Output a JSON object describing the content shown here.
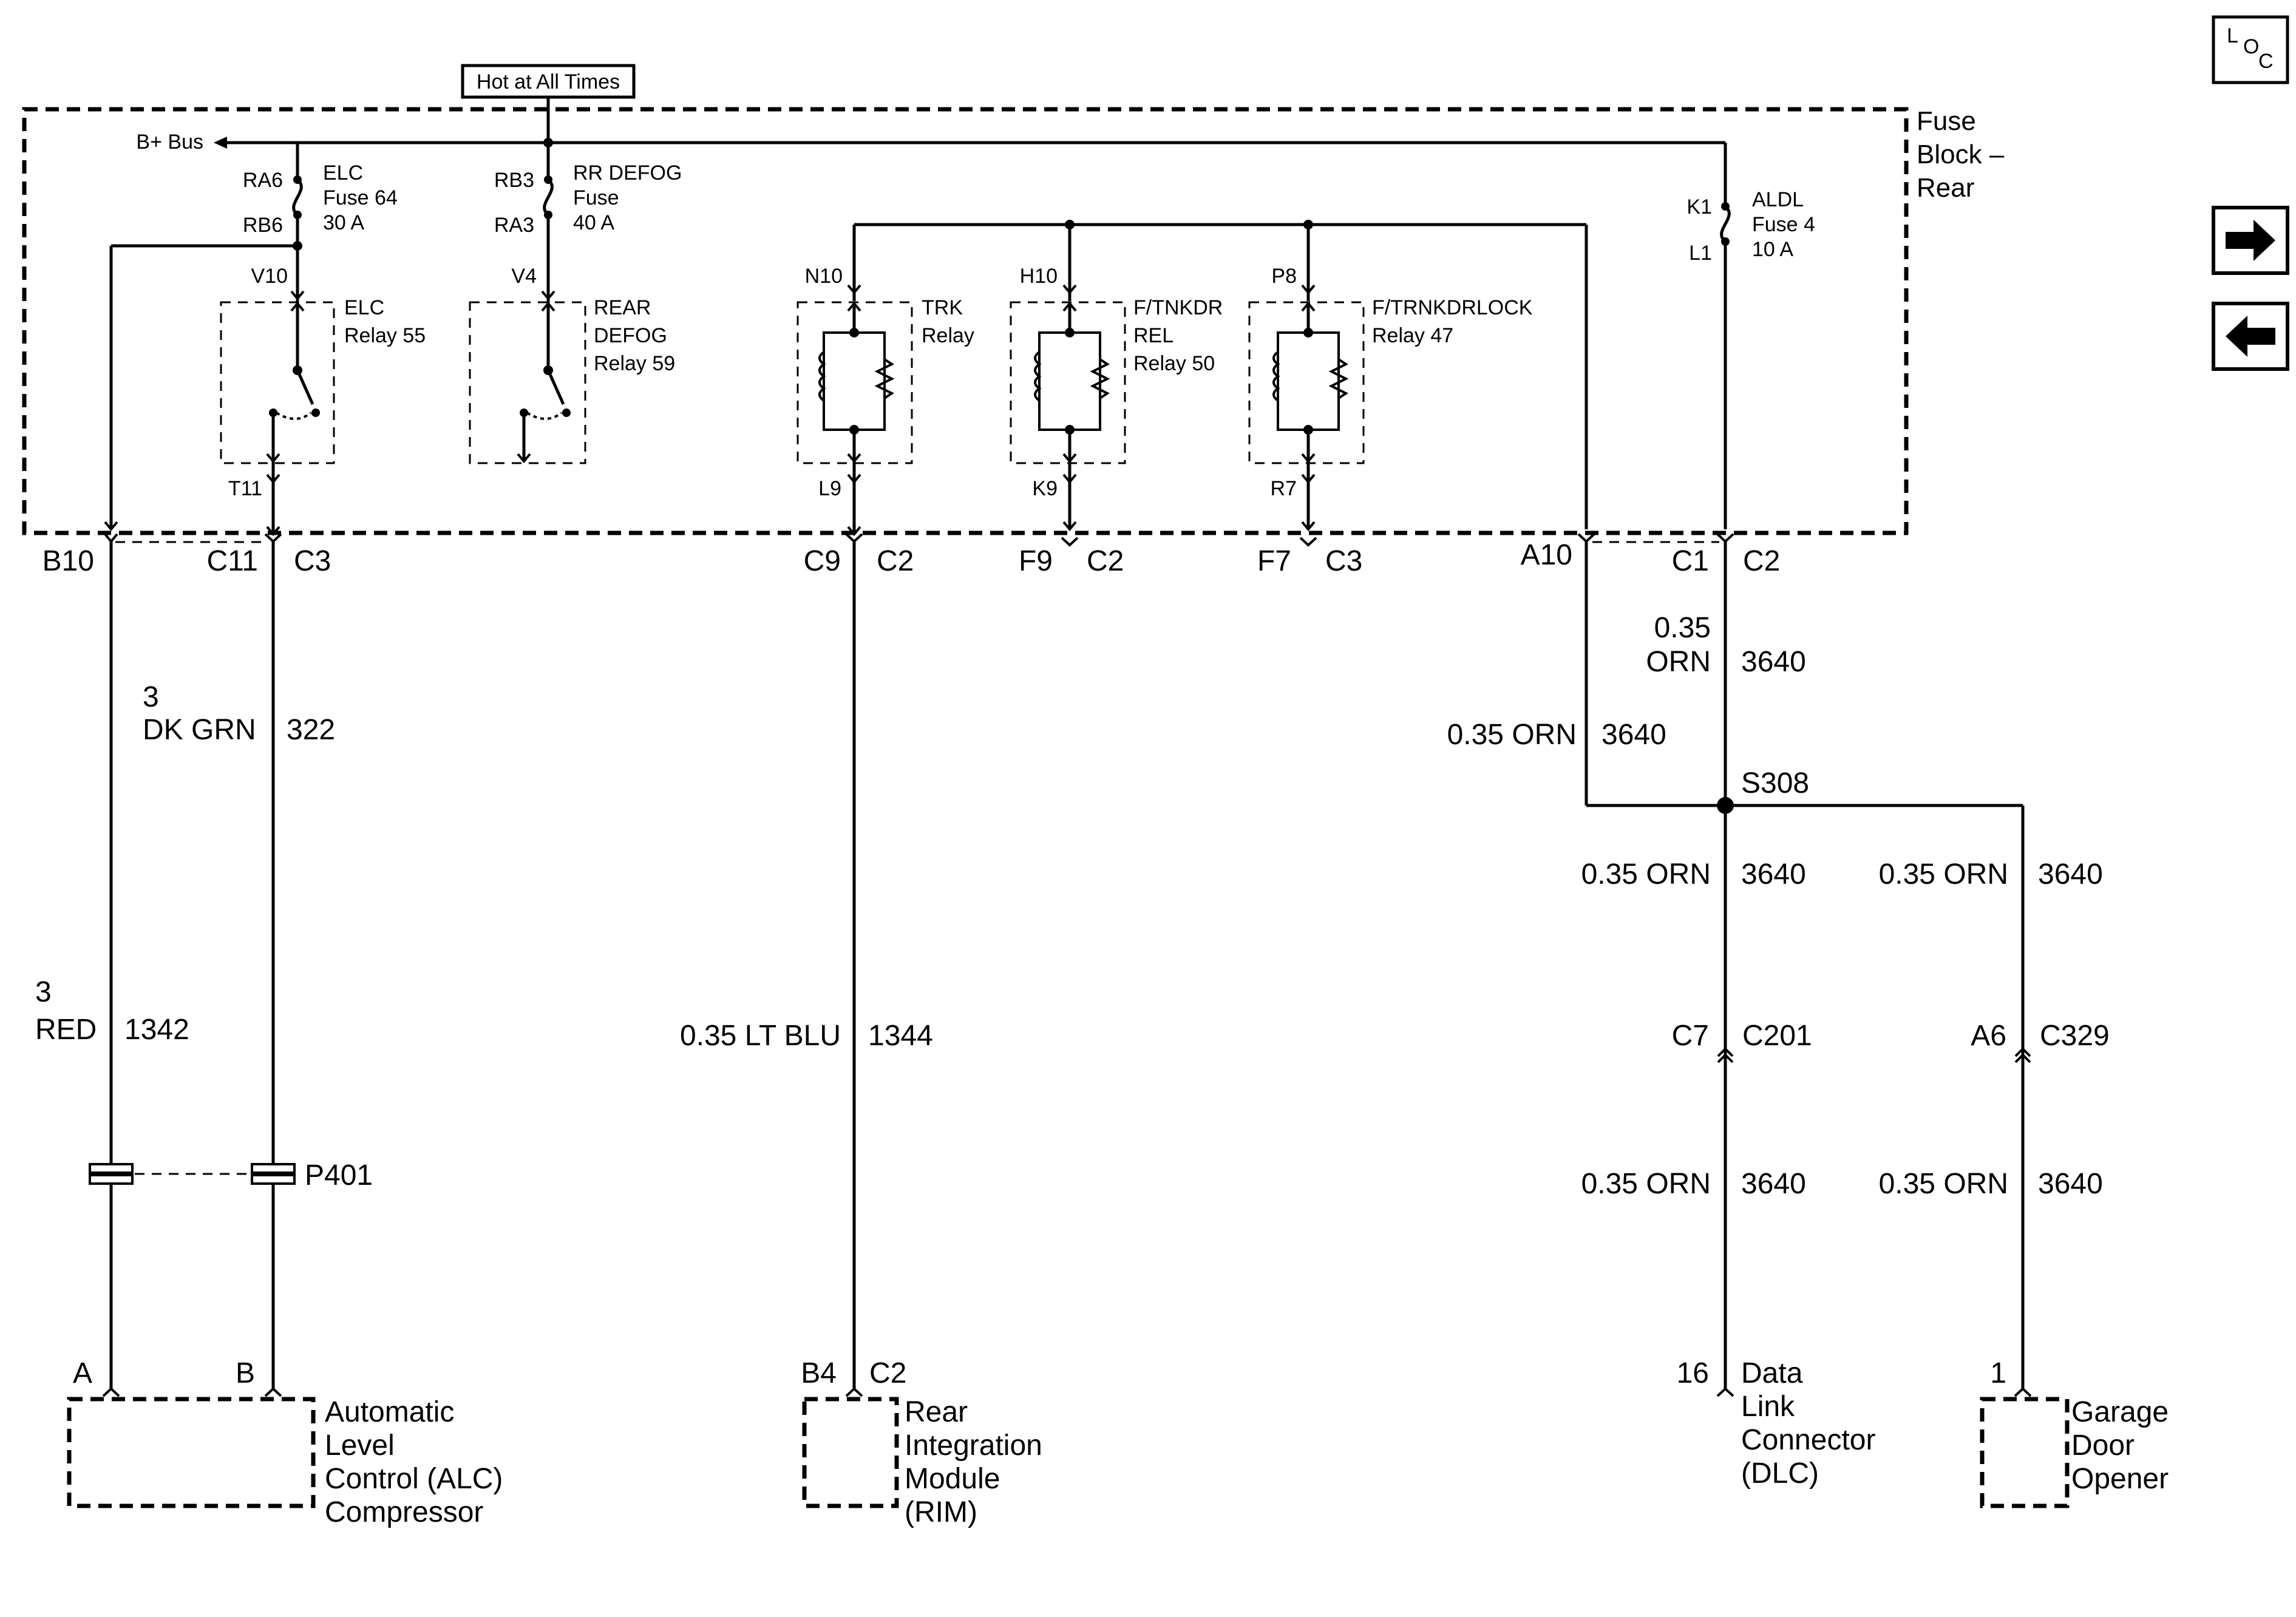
{
  "header": {
    "hot_label": "Hot at All Times"
  },
  "fuse_block": {
    "title_lines": [
      "Fuse",
      "Block –",
      "Rear"
    ],
    "bus_label": "B+ Bus"
  },
  "nav": {
    "loc_letters": [
      "L",
      "O",
      "C"
    ],
    "next_icon": "arrow-right-icon",
    "prev_icon": "arrow-left-icon"
  },
  "fuses": [
    {
      "top_pin": "RA6",
      "bottom_pin": "RB6",
      "lines": [
        "ELC",
        "Fuse 64",
        "30 A"
      ]
    },
    {
      "top_pin": "RB3",
      "bottom_pin": "RA3",
      "lines": [
        "RR DEFOG",
        "Fuse",
        "40 A"
      ]
    },
    {
      "top_pin": "K1",
      "bottom_pin": "L1",
      "lines": [
        "ALDL",
        "Fuse 4",
        "10 A"
      ]
    }
  ],
  "relays": [
    {
      "in_pin": "V10",
      "out_pin": "T11",
      "lines": [
        "ELC",
        "Relay 55"
      ]
    },
    {
      "in_pin": "V4",
      "out_pin": "",
      "lines": [
        "REAR",
        "DEFOG",
        "Relay 59"
      ]
    },
    {
      "in_pin": "N10",
      "out_pin": "L9",
      "lines": [
        "TRK",
        "Relay"
      ]
    },
    {
      "in_pin": "H10",
      "out_pin": "K9",
      "lines": [
        "F/TNKDR",
        "REL",
        "Relay 50"
      ]
    },
    {
      "in_pin": "P8",
      "out_pin": "R7",
      "lines": [
        "F/TRNKDRLOCK",
        "Relay 47"
      ]
    }
  ],
  "block_connectors": [
    {
      "pin": "B10",
      "conn": ""
    },
    {
      "pin": "C11",
      "conn": "C3"
    },
    {
      "pin": "C9",
      "conn": "C2"
    },
    {
      "pin": "F9",
      "conn": "C2"
    },
    {
      "pin": "F7",
      "conn": "C3"
    },
    {
      "pin": "A10",
      "conn": ""
    },
    {
      "pin": "C1",
      "conn": "C2"
    }
  ],
  "wires": {
    "w1": {
      "size": "3",
      "color": "RED",
      "circuit": "1342"
    },
    "w2": {
      "size": "3",
      "color": "DK GRN",
      "circuit": "322"
    },
    "w3": {
      "color": "0.35 LT BLU",
      "circuit": "1344"
    },
    "w4": {
      "color": "0.35 ORN",
      "circuit": "3640"
    },
    "w5": {
      "size": "0.35",
      "color": "ORN",
      "circuit": "3640"
    },
    "w6": {
      "color": "0.35 ORN",
      "circuit": "3640"
    },
    "w7": {
      "color": "0.35 ORN",
      "circuit": "3640"
    },
    "w8": {
      "color": "0.35 ORN",
      "circuit": "3640"
    },
    "w9": {
      "color": "0.35 ORN",
      "circuit": "3640"
    }
  },
  "splice": {
    "label": "S308"
  },
  "inline_connector": {
    "label": "P401"
  },
  "mid_connectors": [
    {
      "pin": "C7",
      "conn": "C201"
    },
    {
      "pin": "A6",
      "conn": "C329"
    }
  ],
  "components": [
    {
      "pins": [
        "A",
        "B"
      ],
      "lines": [
        "Automatic",
        "Level",
        "Control (ALC)",
        "Compressor"
      ]
    },
    {
      "pins": [
        "B4",
        "C2"
      ],
      "lines": [
        "Rear",
        "Integration",
        "Module",
        "(RIM)"
      ]
    },
    {
      "pins": [
        "16"
      ],
      "lines": [
        "Data",
        "Link",
        "Connector",
        "(DLC)"
      ]
    },
    {
      "pins": [
        "1"
      ],
      "lines": [
        "Garage",
        "Door",
        "Opener"
      ]
    }
  ]
}
